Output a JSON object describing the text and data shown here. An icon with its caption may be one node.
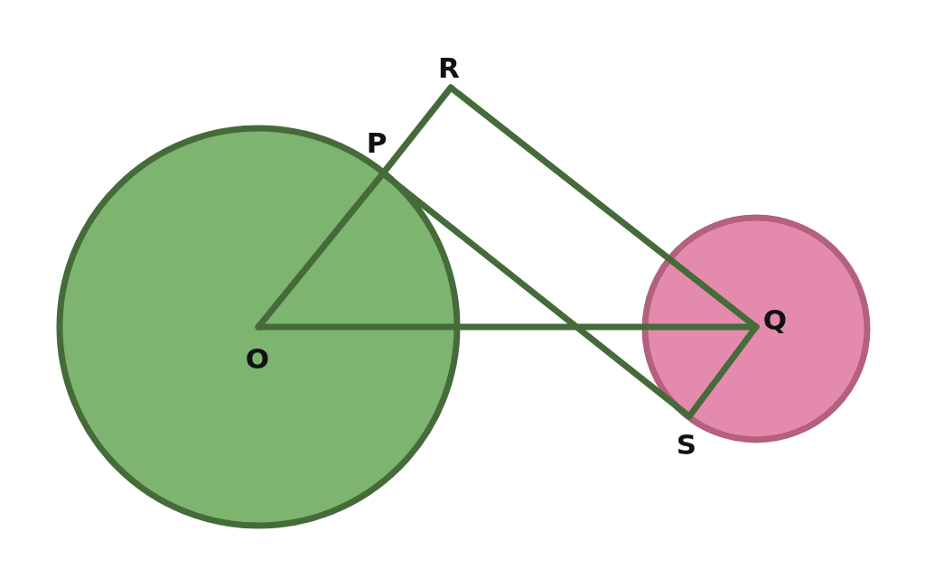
{
  "diagram": {
    "nodes": [
      {
        "text": [
          "O"
        ]
      },
      {
        "text": [
          "P"
        ]
      },
      {
        "text": [
          "R"
        ]
      },
      {
        "text": [
          "Q"
        ]
      },
      {
        "text": [
          "S"
        ]
      }
    ],
    "edges": [
      {
        "from": 0,
        "to": 1,
        "arrow": "none"
      },
      {
        "from": 1,
        "to": 2,
        "arrow": "none"
      },
      {
        "from": 2,
        "to": 3,
        "arrow": "none"
      },
      {
        "from": 0,
        "to": 3,
        "arrow": "none"
      },
      {
        "from": 1,
        "to": 4,
        "arrow": "none"
      },
      {
        "from": 4,
        "to": 3,
        "arrow": "none"
      }
    ]
  }
}
